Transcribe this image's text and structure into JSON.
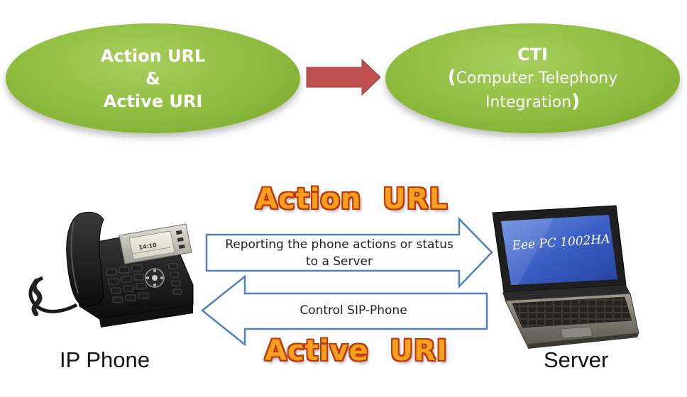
{
  "top": {
    "left_node": {
      "line1": "Action URL",
      "line2": "&",
      "line3": "Active URI"
    },
    "right_node": {
      "title": "CTI",
      "open_paren": "(",
      "line2": "Computer Telephony",
      "line3": "Integration",
      "close_paren": ")"
    }
  },
  "bottom": {
    "action_url_label": "Action  URL",
    "active_uri_label": "Active  URI",
    "reporting_line1": "Reporting the phone actions or status",
    "reporting_line2": "to a Server",
    "control_text": "Control SIP-Phone",
    "phone_caption": "IP Phone",
    "server_caption": "Server",
    "phone_screen_time": "14:10",
    "laptop_screen_text": "Eee PC 1002HA"
  },
  "colors": {
    "ellipse_green": "#8ebc3f",
    "flow_arrow_red": "#c0504d",
    "arrow_outline_blue": "#4f81bd",
    "label_orange": "#f5a01e",
    "label_outline": "#c0360c"
  }
}
